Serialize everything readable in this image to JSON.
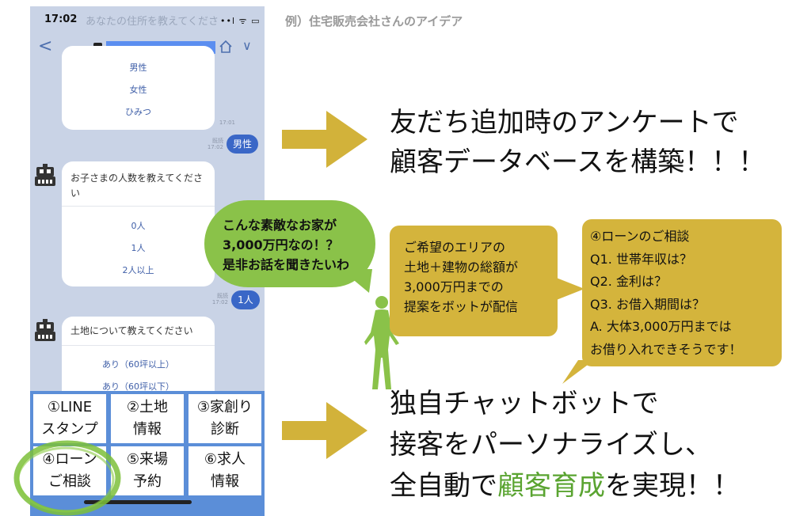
{
  "status": {
    "time": "17:02",
    "ghost_text": "あなたの住所を教えてくださ",
    "signal": "••l ᯤ ▭"
  },
  "nav": {
    "back": "<",
    "chevron": "∨"
  },
  "chat": {
    "gender_options": [
      "男性",
      "女性",
      "ひみつ"
    ],
    "gender_time": "17:01",
    "gender_reply": {
      "read": "既読",
      "time": "17:02",
      "text": "男性"
    },
    "kids_question": "お子さまの人数を教えてください",
    "kids_options": [
      "0人",
      "1人",
      "2人以上"
    ],
    "kids_reply": {
      "read": "既読",
      "time": "17:02",
      "text": "1人"
    },
    "land_question": "土地について教えてください",
    "land_options": [
      "あり（60坪以上）",
      "あり（60坪以下）"
    ]
  },
  "richmenu": {
    "cells": [
      {
        "line1": "①LINE",
        "line2": "スタンプ"
      },
      {
        "line1": "②土地",
        "line2": "情報"
      },
      {
        "line1": "③家創り",
        "line2": "診断"
      },
      {
        "line1": "④ローン",
        "line2": "ご相談"
      },
      {
        "line1": "⑤来場",
        "line2": "予約"
      },
      {
        "line1": "⑥求人",
        "line2": "情報"
      }
    ]
  },
  "example_label": "例）住宅販売会社さんのアイデア",
  "headline1": {
    "line1": "友だち追加時のアンケートで",
    "line2": "顧客データベースを構築！！！"
  },
  "callout_green": {
    "lines": [
      "こんな素敵なお家が",
      "3,000万円なの！？",
      "是非お話を聞きたいわ"
    ]
  },
  "callout_yellow1": {
    "lines": [
      "ご希望のエリアの",
      "土地＋建物の総額が",
      "3,000万円までの",
      "提案をボットが配信"
    ]
  },
  "callout_yellow2": {
    "lines": [
      "④ローンのご相談",
      "Q1. 世帯年収は？",
      "Q2. 金利は？",
      "Q3. お借入期間は？",
      "A. 大体3,000万円までは",
      "お借り入れできそうです！"
    ]
  },
  "headline2": {
    "line1": "独自チャットボットで",
    "line2": "接客をパーソナライズし、",
    "line3_pre": "全自動で",
    "line3_green": "顧客育成",
    "line3_post": "を実現！！"
  },
  "colors": {
    "accent_green": "#5aa431",
    "callout_yellow": "#d4b43c",
    "callout_green": "#8ac249",
    "phone_bg": "#c9d3e6",
    "richmenu_blue": "#5b8ed8",
    "arrow": "#d2b23a"
  }
}
